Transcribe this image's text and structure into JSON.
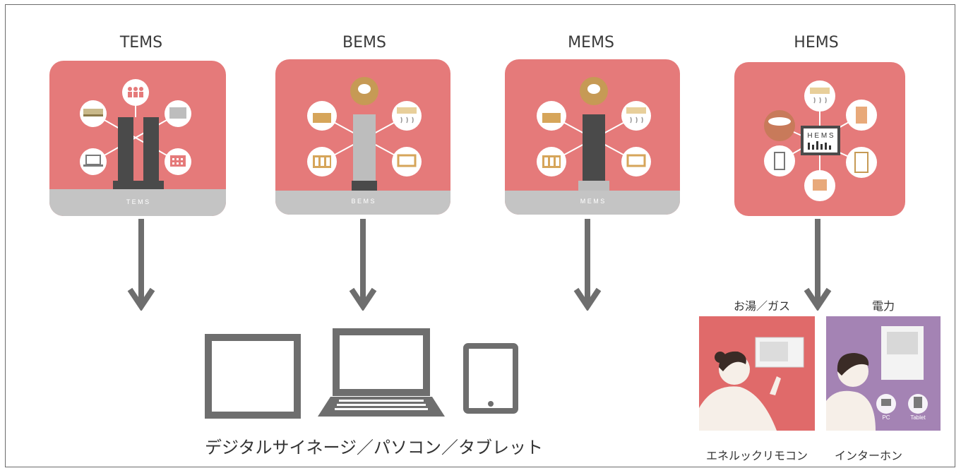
{
  "systems": [
    {
      "title": "TEMS",
      "label": "T E M S"
    },
    {
      "title": "BEMS",
      "label": "B E M S"
    },
    {
      "title": "MEMS",
      "label": "M E M S"
    },
    {
      "title": "HEMS",
      "label": "H E M S"
    }
  ],
  "devices": {
    "caption": "デジタルサイネージ／パソコン／タブレット",
    "icons": [
      "signage-icon",
      "laptop-icon",
      "tablet-icon"
    ]
  },
  "hems_outputs": [
    {
      "top_label": "お湯／ガス",
      "bottom_label": "エネルックリモコン"
    },
    {
      "top_label": "電力",
      "bottom_label": "インターホン",
      "device_labels": [
        "PC",
        "Tablet"
      ]
    }
  ],
  "colors": {
    "card": "#e57a7a",
    "card_base": "#c4c4c4",
    "arrow": "#6e6e6e",
    "tower_dark": "#4a4a4a",
    "tower_light": "#bdbdbd",
    "photo_red": "#e06a6a",
    "photo_purple": "#a483b4"
  }
}
